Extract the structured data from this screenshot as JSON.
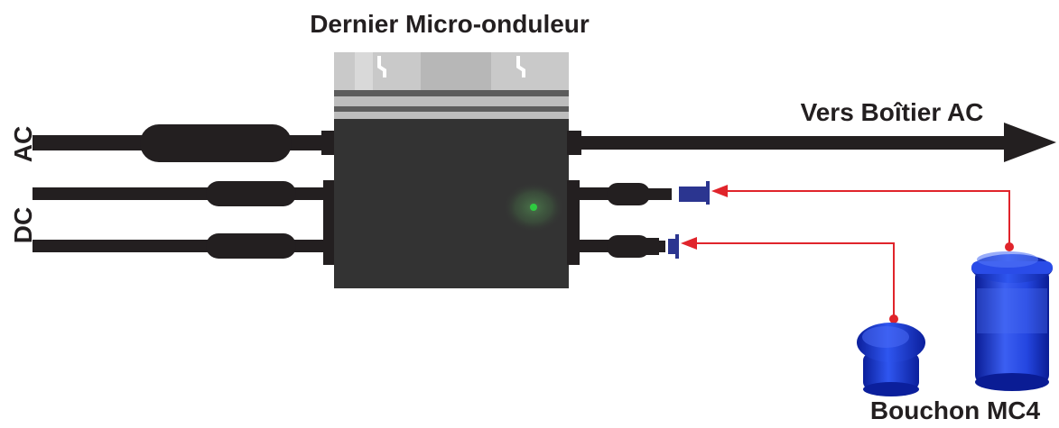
{
  "title": "Dernier Micro-onduleur",
  "labels": {
    "ac_side": "AC",
    "dc_side": "DC",
    "output": "Vers Boîtier AC",
    "caps": "Bouchon MC4"
  },
  "colors": {
    "cable": "#231f20",
    "inverter_body": "#333333",
    "led": "#2ecc40",
    "cap_blue": "#1536d6",
    "plug_navy": "#2b3590",
    "arrow_red": "#e0242b"
  }
}
